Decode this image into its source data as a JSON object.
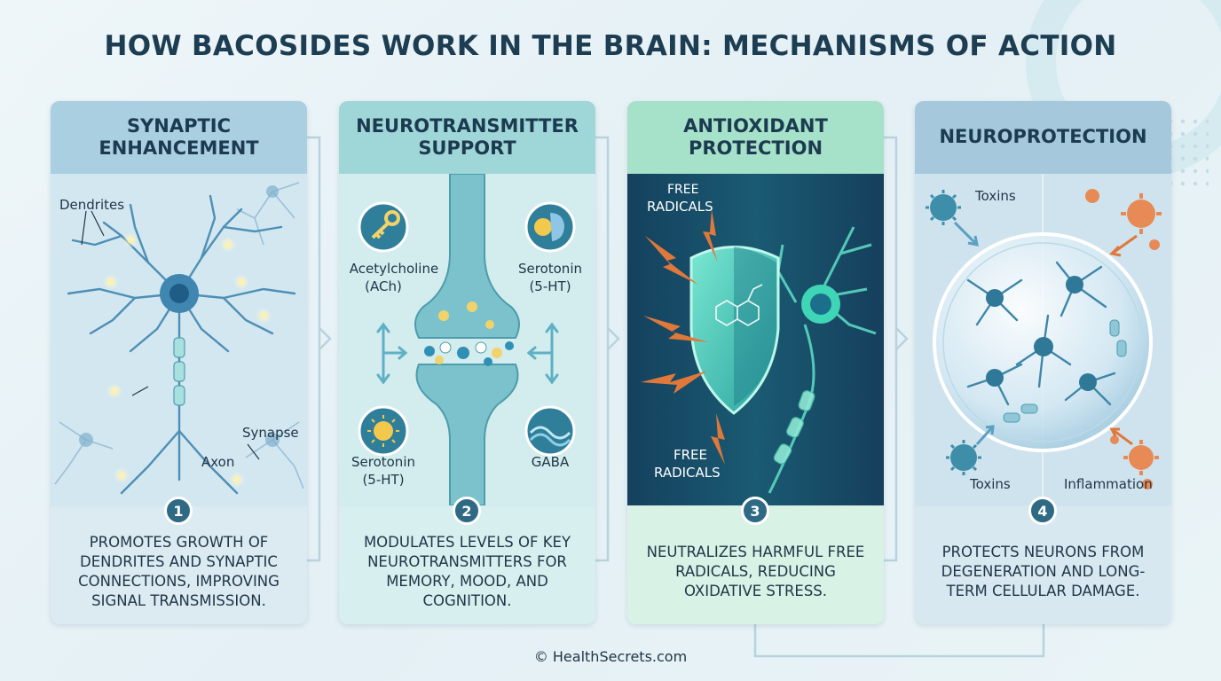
{
  "title": "HOW BACOSIDES WORK IN THE BRAIN: MECHANISMS OF ACTION",
  "panels": [
    {
      "number": "1",
      "heading": "SYNAPTIC\nENHANCEMENT",
      "labels": {
        "dendrites": "Dendrites",
        "synapse": "Synapse",
        "axon": "Axon"
      },
      "description": "PROMOTES GROWTH OF DENDRITES AND SYNAPTIC CONNECTIONS, IMPROVING SIGNAL TRANSMISSION."
    },
    {
      "number": "2",
      "heading": "NEUROTRANSMITTER\nSUPPORT",
      "labels": {
        "ach_name": "Acetylcholine",
        "ach_abbr": "(ACh)",
        "sero_top_name": "Serotonin",
        "sero_top_abbr": "(5-HT)",
        "sero_bottom_name": "Serotonin",
        "sero_bottom_abbr": "(5-HT)",
        "gaba": "GABA"
      },
      "description": "MODULATES LEVELS OF KEY NEUROTRANSMITTERS FOR MEMORY, MOOD, AND COGNITION."
    },
    {
      "number": "3",
      "heading": "ANTIOXIDANT\nPROTECTION",
      "labels": {
        "fr_top_1": "FREE",
        "fr_top_2": "RADICALS",
        "fr_bottom_1": "FREE",
        "fr_bottom_2": "RADICALS"
      },
      "description": "NEUTRALIZES HARMFUL FREE RADICALS, REDUCING OXIDATIVE STRESS."
    },
    {
      "number": "4",
      "heading": "NEUROPROTECTION",
      "labels": {
        "toxins_top": "Toxins",
        "toxins_bottom": "Toxins",
        "inflammation": "Inflammation"
      },
      "description": "PROTECTS NEURONS FROM DEGENERATION AND LONG-TERM CELLULAR DAMAGE."
    }
  ],
  "footer": "© HealthSecrets.com",
  "colors": {
    "title": "#1d3d52",
    "badge": "#2f6a85",
    "neuron": "#5a9cc0",
    "arrow_orange": "#e0783a",
    "shield_glow": "#5fe0c8"
  }
}
